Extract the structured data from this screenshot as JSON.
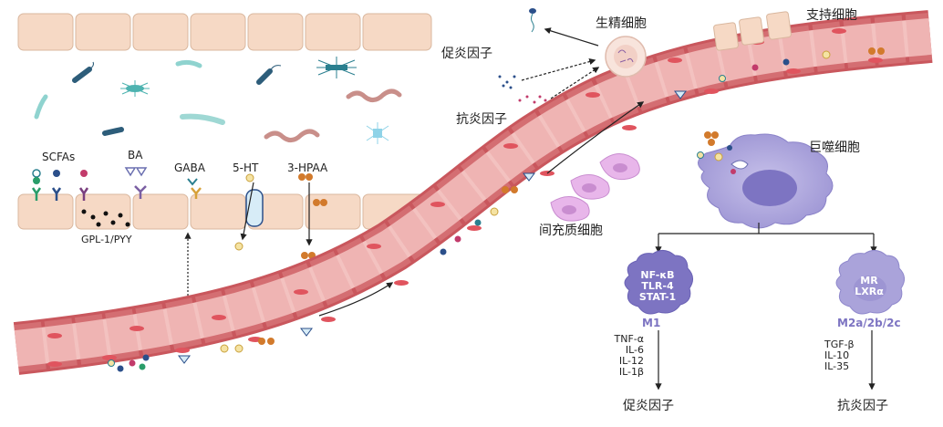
{
  "labels": {
    "scfas": "SCFAs",
    "ba": "BA",
    "gaba": "GABA",
    "ht5": "5-HT",
    "hpaa": "3-HPAA",
    "glp": "GPL-1/PYY",
    "spermatogenic": "生精细胞",
    "sertoli": "支持细胞",
    "proinflammatory": "促炎因子",
    "antiinflammatory": "抗炎因子",
    "macrophage": "巨噬细胞",
    "mesenchymal": "间充质细胞"
  },
  "m1": {
    "markers": [
      "NF-κB",
      "TLR-4",
      "STAT-1"
    ],
    "name": "M1",
    "cytokines": [
      "TNF-α",
      "IL-6",
      "IL-12",
      "IL-1β"
    ],
    "outcome": "促炎因子"
  },
  "m2": {
    "markers": [
      "MR",
      "LXRα"
    ],
    "name": "M2a/2b/2c",
    "cytokines": [
      "TGF-β",
      "IL-10",
      "IL-35"
    ],
    "outcome": "抗炎因子"
  },
  "colors": {
    "vessel": "#e8868a",
    "vessel_dark": "#c9575d",
    "epithelium": "#f6d9c5",
    "macrophage": "#aaa3da",
    "macrophage_dark": "#7d74c2",
    "m_text": "#7d74c2"
  }
}
